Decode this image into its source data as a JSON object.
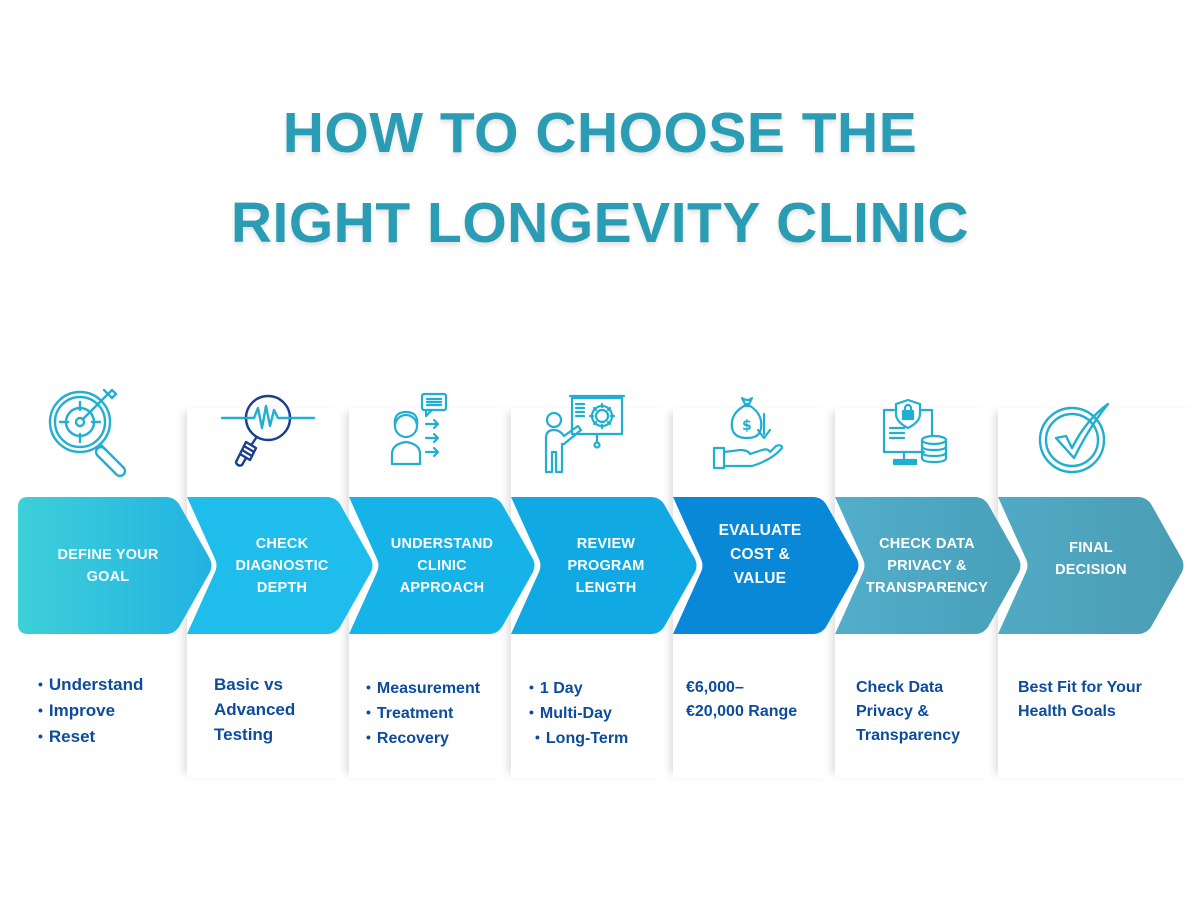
{
  "title": {
    "line1": "HOW TO CHOOSE THE",
    "line2": "RIGHT LONGEVITY CLINIC",
    "color": "#2a9db5"
  },
  "colors": {
    "text_dark_blue": "#0d4c9c",
    "icon_teal": "#22aed0",
    "icon_navy": "#1a3f8f"
  },
  "steps": [
    {
      "icon": "target-magnifier-icon",
      "label_lines": [
        "DEFINE YOUR",
        "GOAL"
      ],
      "color_start": "#3dd0d8",
      "color_end": "#22b2e2",
      "desc_type": "bullets",
      "desc": [
        "Understand",
        "Improve",
        "Reset"
      ]
    },
    {
      "icon": "diagnostic-magnifier-icon",
      "label_lines": [
        "CHECK",
        "DIAGNOSTIC",
        "DEPTH"
      ],
      "color_start": "#22c1ef",
      "color_end": "#1bbbeb",
      "desc_type": "text",
      "desc": [
        "Basic vs",
        "Advanced",
        "Testing"
      ]
    },
    {
      "icon": "consultant-arrows-icon",
      "label_lines": [
        "UNDERSTAND",
        "CLINIC",
        "APPROACH"
      ],
      "color_start": "#18b7ea",
      "color_end": "#12b0e6",
      "desc_type": "bullets",
      "desc": [
        "Measurement",
        "Treatment",
        "Recovery"
      ]
    },
    {
      "icon": "presentation-gear-icon",
      "label_lines": [
        "REVIEW",
        "PROGRAM",
        "LENGTH"
      ],
      "color_start": "#12ace5",
      "color_end": "#0ea5e2",
      "desc_type": "bullets",
      "desc": [
        "1 Day",
        "Multi-Day",
        "Long-Term"
      ]
    },
    {
      "icon": "money-bag-hand-icon",
      "label_lines": [
        "EVALUATE",
        "COST &",
        "VALUE"
      ],
      "color_start": "#0b8ddb",
      "color_end": "#0a82d4",
      "desc_type": "text",
      "desc": [
        "€6,000–",
        "€20,000 Range"
      ]
    },
    {
      "icon": "secure-data-monitor-icon",
      "label_lines": [
        "CHECK DATA",
        "PRIVACY &",
        "TRANSPARENCY"
      ],
      "color_start": "#4eaccb",
      "color_end": "#4aa2bb",
      "desc_type": "text",
      "desc": [
        "Check Data",
        "Privacy &",
        "Transparency"
      ]
    },
    {
      "icon": "check-circle-icon",
      "label_lines": [
        "FINAL",
        "DECISION"
      ],
      "color_start": "#4ea8c2",
      "color_end": "#4a9fb5",
      "desc_type": "text",
      "desc": [
        "Best Fit for Your",
        "Health Goals"
      ]
    }
  ]
}
